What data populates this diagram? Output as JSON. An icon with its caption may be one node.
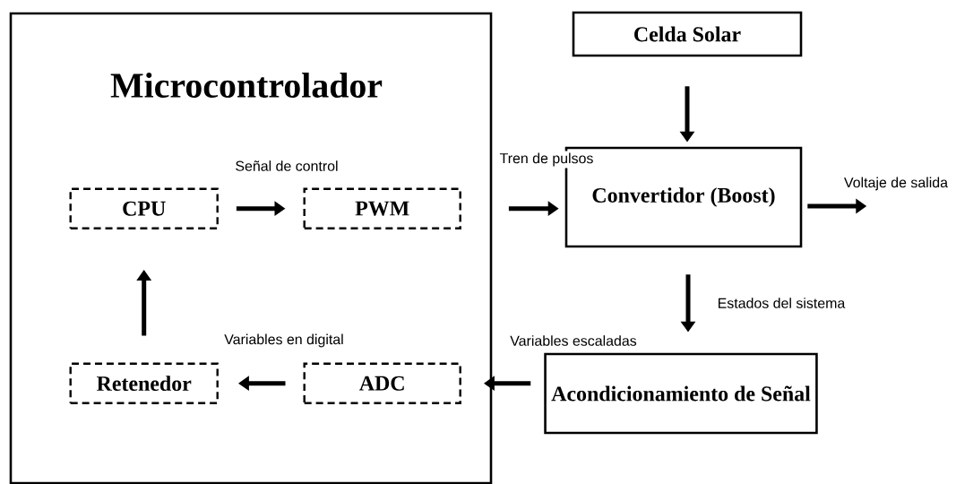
{
  "diagram": {
    "nodes": [
      {
        "text": [
          "Microcontrolador"
        ]
      },
      {
        "text": [
          "CPU"
        ],
        "in": 0
      },
      {
        "text": [
          "PWM"
        ],
        "in": 0
      },
      {
        "text": [
          "Retenedor"
        ],
        "in": 0
      },
      {
        "text": [
          "ADC"
        ],
        "in": 0
      },
      {
        "text": [
          "Celda Solar"
        ]
      },
      {
        "text": [
          "Convertidor (Boost)"
        ]
      },
      {
        "text": [
          "Acondicionamiento de Señal"
        ]
      }
    ],
    "edges": [
      {
        "from": 1,
        "to": 2,
        "arrow": "to",
        "label": "Señal de control"
      },
      {
        "from": 2,
        "to": 6,
        "arrow": "to",
        "label": "Tren de pulsos"
      },
      {
        "from": 5,
        "to": 6,
        "arrow": "to"
      },
      {
        "from": 6,
        "to": null,
        "arrow": "to",
        "label": "Voltaje de salida"
      },
      {
        "from": 6,
        "to": 7,
        "arrow": "to",
        "label": "Estados del sistema"
      },
      {
        "from": 7,
        "to": 4,
        "arrow": "to",
        "label": "Variables escaladas"
      },
      {
        "from": 4,
        "to": 3,
        "arrow": "to",
        "label": "Variables en digital"
      },
      {
        "from": 3,
        "to": 1,
        "arrow": "to"
      }
    ]
  }
}
